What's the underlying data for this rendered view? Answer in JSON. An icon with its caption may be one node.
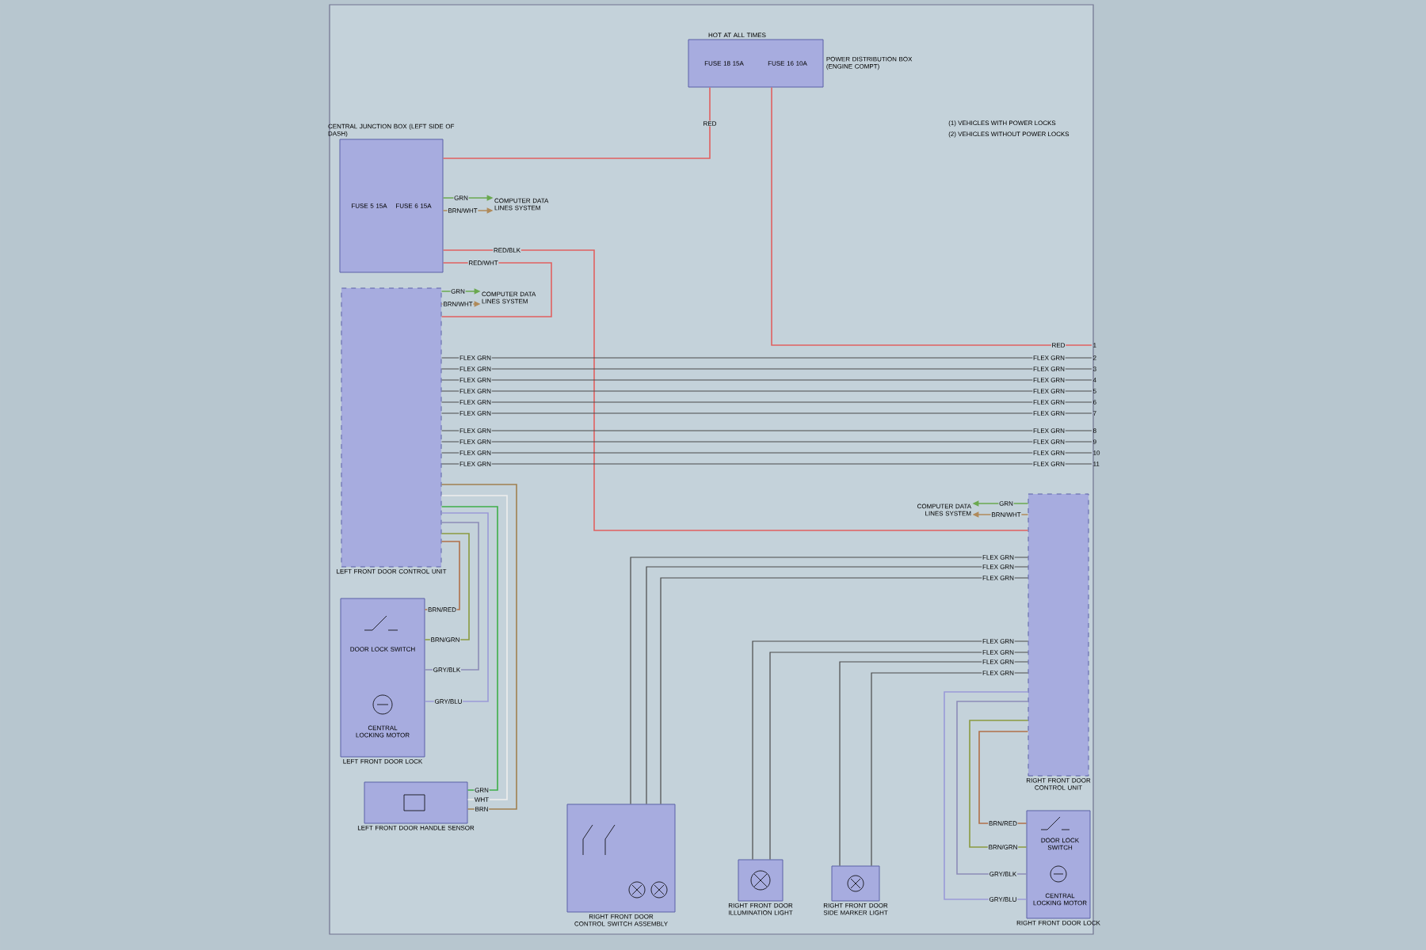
{
  "diagram": {
    "nodes": [
      {
        "text": [
          "HOT AT ALL TIMES",
          "FUSE 18 15A",
          "FUSE 16 10A",
          "POWER DISTRIBUTION BOX (ENGINE COMPT)"
        ]
      },
      {
        "text": [
          "CENTRAL JUNCTION BOX (LEFT SIDE OF DASH)",
          "FUSE 5 15A",
          "FUSE 6 15A"
        ]
      },
      {
        "text": [
          "LEFT FRONT DOOR CONTROL UNIT"
        ]
      },
      {
        "text": [
          "DOOR LOCK SWITCH",
          "CENTRAL LOCKING MOTOR",
          "LEFT FRONT DOOR LOCK"
        ]
      },
      {
        "text": [
          "LEFT FRONT DOOR HANDLE SENSOR"
        ]
      },
      {
        "text": [
          "RIGHT FRONT DOOR CONTROL SWITCH ASSEMBLY"
        ]
      },
      {
        "text": [
          "RIGHT FRONT DOOR ILLUMINATION LIGHT"
        ]
      },
      {
        "text": [
          "RIGHT FRONT DOOR SIDE MARKER LIGHT"
        ]
      },
      {
        "text": [
          "RIGHT FRONT DOOR CONTROL UNIT"
        ]
      },
      {
        "text": [
          "DOOR LOCK SWITCH",
          "CENTRAL LOCKING MOTOR",
          "RIGHT FRONT DOOR LOCK"
        ]
      },
      {
        "text": [
          "COMPUTER DATA LINES SYSTEM"
        ]
      },
      {
        "text": [
          "COMPUTER DATA LINES SYSTEM"
        ]
      },
      {
        "text": [
          "COMPUTER DATA LINES SYSTEM"
        ]
      },
      {
        "text": [
          "1"
        ]
      },
      {
        "text": [
          "2"
        ]
      },
      {
        "text": [
          "3"
        ]
      },
      {
        "text": [
          "4"
        ]
      },
      {
        "text": [
          "5"
        ]
      },
      {
        "text": [
          "6"
        ]
      },
      {
        "text": [
          "7"
        ]
      },
      {
        "text": [
          "8"
        ]
      },
      {
        "text": [
          "9"
        ]
      },
      {
        "text": [
          "10"
        ]
      },
      {
        "text": [
          "11"
        ]
      }
    ],
    "edges": [
      {
        "from": 0,
        "to": 1,
        "arrow": "none",
        "label": "RED",
        "color": "#e06060"
      },
      {
        "from": 0,
        "to": 13,
        "arrow": "none",
        "label": "RED",
        "color": "#e06060"
      },
      {
        "from": 1,
        "to": 10,
        "arrow": "to",
        "label": "GRN",
        "color": "#6aa84f"
      },
      {
        "from": 1,
        "to": 10,
        "arrow": "to",
        "label": "BRN/WHT",
        "color": "#b08a5a"
      },
      {
        "from": 1,
        "to": 8,
        "arrow": "none",
        "label": "RED/BLK",
        "color": "#e06060"
      },
      {
        "from": 1,
        "to": 2,
        "arrow": "none",
        "label": "RED/WHT",
        "color": "#e06060"
      },
      {
        "from": 2,
        "to": 11,
        "arrow": "to",
        "label": "GRN",
        "color": "#6aa84f"
      },
      {
        "from": 2,
        "to": 11,
        "arrow": "to",
        "label": "BRN/WHT",
        "color": "#b08a5a"
      },
      {
        "from": 2,
        "to": 14,
        "arrow": "none",
        "label": "FLEX GRN"
      },
      {
        "from": 2,
        "to": 15,
        "arrow": "none",
        "label": "FLEX GRN"
      },
      {
        "from": 2,
        "to": 16,
        "arrow": "none",
        "label": "FLEX GRN"
      },
      {
        "from": 2,
        "to": 17,
        "arrow": "none",
        "label": "FLEX GRN"
      },
      {
        "from": 2,
        "to": 18,
        "arrow": "none",
        "label": "FLEX GRN"
      },
      {
        "from": 2,
        "to": 19,
        "arrow": "none",
        "label": "FLEX GRN"
      },
      {
        "from": 2,
        "to": 20,
        "arrow": "none",
        "label": "FLEX GRN"
      },
      {
        "from": 2,
        "to": 21,
        "arrow": "none",
        "label": "FLEX GRN"
      },
      {
        "from": 2,
        "to": 22,
        "arrow": "none",
        "label": "FLEX GRN"
      },
      {
        "from": 2,
        "to": 23,
        "arrow": "none",
        "label": "FLEX GRN"
      },
      {
        "from": 2,
        "to": 3,
        "arrow": "none",
        "label": "BRN/RED",
        "color": "#b0704a"
      },
      {
        "from": 2,
        "to": 3,
        "arrow": "none",
        "label": "BRN/GRN",
        "color": "#8a9a40"
      },
      {
        "from": 2,
        "to": 3,
        "arrow": "none",
        "label": "GRY/BLK",
        "color": "#8c8cb8"
      },
      {
        "from": 2,
        "to": 3,
        "arrow": "none",
        "label": "GRY/BLU",
        "color": "#9a9ad8"
      },
      {
        "from": 2,
        "to": 4,
        "arrow": "none",
        "label": "GRN",
        "color": "#3fae4a"
      },
      {
        "from": 2,
        "to": 4,
        "arrow": "none",
        "label": "WHT",
        "color": "#eeeeee"
      },
      {
        "from": 2,
        "to": 4,
        "arrow": "none",
        "label": "BRN",
        "color": "#a08050"
      },
      {
        "from": 8,
        "to": 5,
        "arrow": "none",
        "label": "FLEX GRN"
      },
      {
        "from": 8,
        "to": 5,
        "arrow": "none",
        "label": "FLEX GRN"
      },
      {
        "from": 8,
        "to": 5,
        "arrow": "none",
        "label": "FLEX GRN"
      },
      {
        "from": 8,
        "to": 6,
        "arrow": "none",
        "label": "FLEX GRN"
      },
      {
        "from": 8,
        "to": 6,
        "arrow": "none",
        "label": "FLEX GRN"
      },
      {
        "from": 8,
        "to": 7,
        "arrow": "none",
        "label": "FLEX GRN"
      },
      {
        "from": 8,
        "to": 7,
        "arrow": "none",
        "label": "FLEX GRN"
      },
      {
        "from": 8,
        "to": 9,
        "arrow": "none",
        "label": "BRN/RED",
        "color": "#b0704a"
      },
      {
        "from": 8,
        "to": 9,
        "arrow": "none",
        "label": "BRN/GRN",
        "color": "#8a9a40"
      },
      {
        "from": 8,
        "to": 9,
        "arrow": "none",
        "label": "GRY/BLK",
        "color": "#8c8cb8"
      },
      {
        "from": 8,
        "to": 9,
        "arrow": "none",
        "label": "GRY/BLU",
        "color": "#9a9ad8"
      },
      {
        "from": 8,
        "to": 12,
        "arrow": "to",
        "label": "GRN",
        "color": "#6aa84f"
      },
      {
        "from": 8,
        "to": 12,
        "arrow": "to",
        "label": "BRN/WHT",
        "color": "#b08a5a"
      }
    ],
    "labels": [
      "(1) VEHICLES WITH POWER LOCKS",
      "(2) VEHICLES WITHOUT POWER LOCKS",
      "FLEX GRN",
      "FLEX GRN",
      "FLEX GRN",
      "FLEX GRN",
      "FLEX GRN",
      "FLEX GRN",
      "FLEX GRN",
      "FLEX GRN",
      "FLEX GRN",
      "FLEX GRN"
    ]
  }
}
